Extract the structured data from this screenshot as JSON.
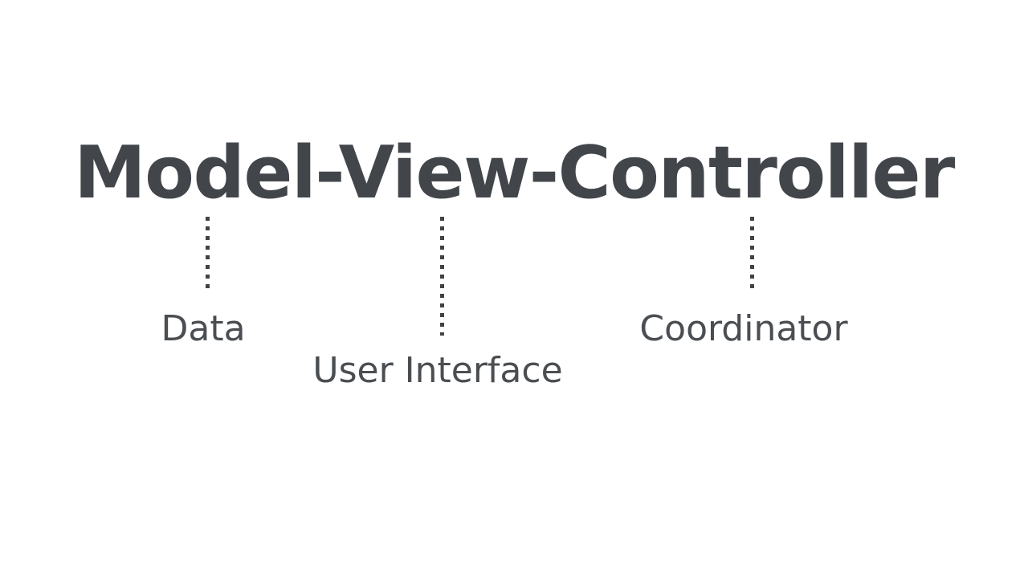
{
  "slide": {
    "background_color": "#ffffff",
    "title": "Model-View-Controller",
    "title_color": "#42464b",
    "label_color": "#4a4e52",
    "connector_color": "#3f4347"
  },
  "diagram": {
    "type": "annotated-title",
    "terms": [
      {
        "term": "Model",
        "label": "Data",
        "connector": "vertical-dotted-line"
      },
      {
        "term": "View",
        "label": "User Interface",
        "connector": "vertical-dotted-line"
      },
      {
        "term": "Controller",
        "label": "Coordinator",
        "connector": "vertical-dotted-line"
      }
    ]
  }
}
